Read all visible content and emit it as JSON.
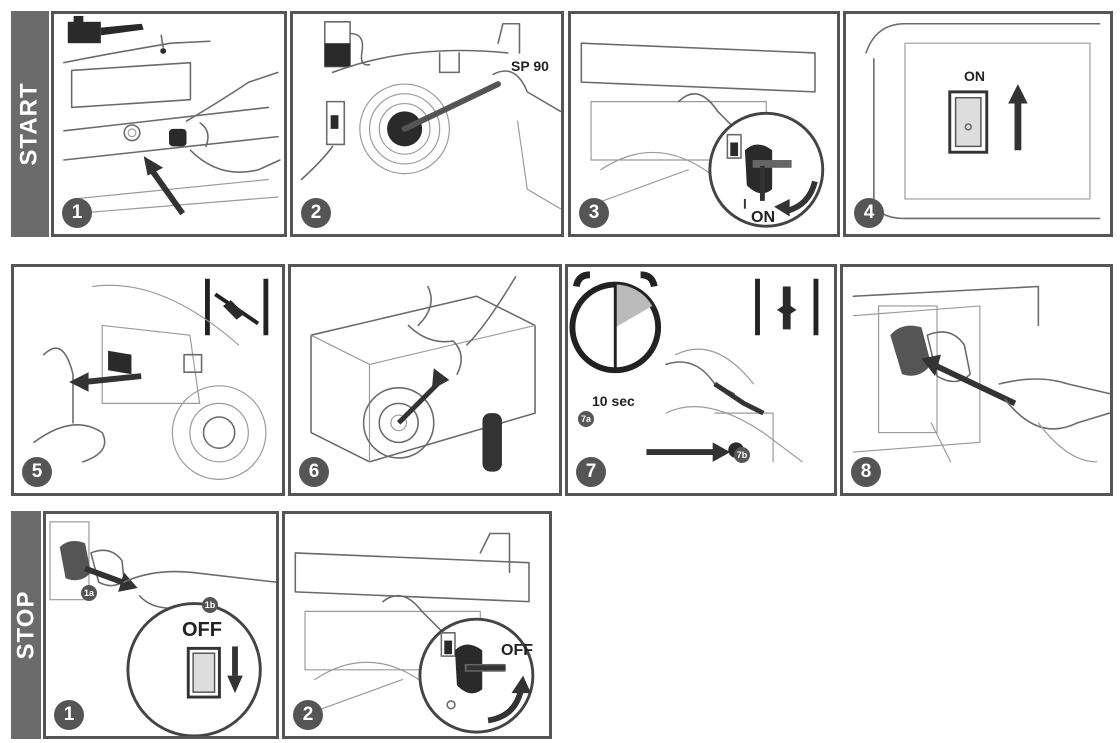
{
  "sections": {
    "start": "START",
    "stop": "STOP"
  },
  "start_steps": [
    {
      "number": "1"
    },
    {
      "number": "2",
      "label": "SP 90"
    },
    {
      "number": "3",
      "label": "ON"
    },
    {
      "number": "4",
      "label": "ON"
    },
    {
      "number": "5"
    },
    {
      "number": "6"
    },
    {
      "number": "7",
      "label": "10 sec",
      "sub_label_a": "7a",
      "sub_label_b": "7b"
    },
    {
      "number": "8"
    }
  ],
  "stop_steps": [
    {
      "number": "1",
      "label": "OFF",
      "sub_label_a": "1a",
      "sub_label_b": "1b"
    },
    {
      "number": "2",
      "label": "OFF"
    }
  ],
  "colors": {
    "section_bar": "#6b6b6b",
    "panel_border": "#555555",
    "badge": "#555555",
    "line_art": "#6a6a6a"
  }
}
